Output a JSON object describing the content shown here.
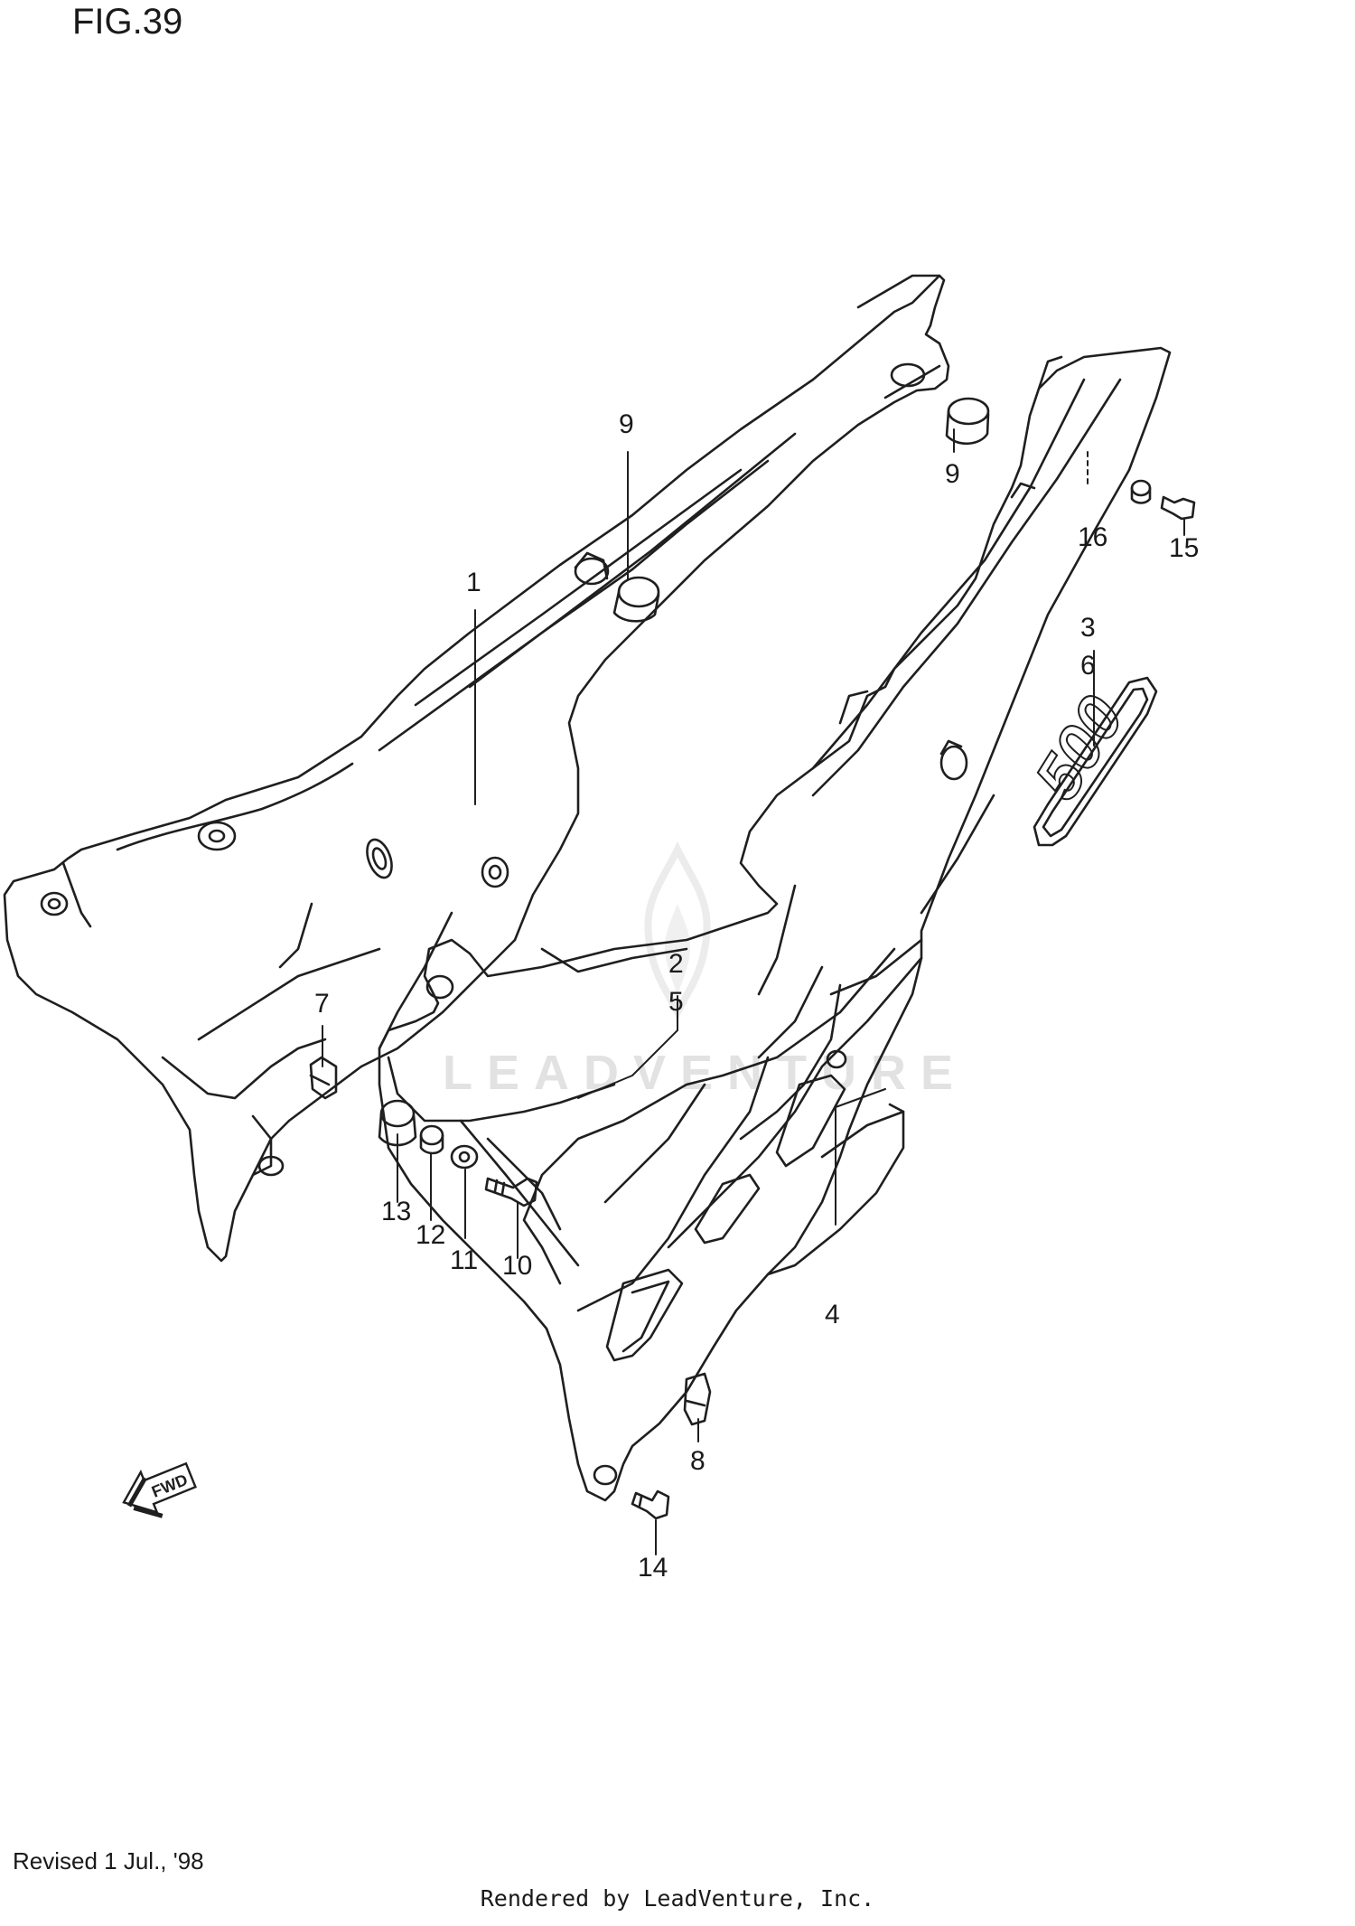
{
  "figure_title": "FIG.39",
  "revision_note": "Revised 1 Jul., '98",
  "footer_credit": "Rendered by LeadVenture, Inc.",
  "watermark_text": "LEADVENTURE",
  "direction_label": "FWD",
  "emblem_text": "500",
  "callouts": {
    "c1": "1",
    "c2": "2",
    "c5": "5",
    "c3": "3",
    "c6": "6",
    "c4": "4",
    "c7": "7",
    "c8": "8",
    "c9a": "9",
    "c9b": "9",
    "c10": "10",
    "c11": "11",
    "c12": "12",
    "c13": "13",
    "c14": "14",
    "c15": "15",
    "c16": "16"
  }
}
